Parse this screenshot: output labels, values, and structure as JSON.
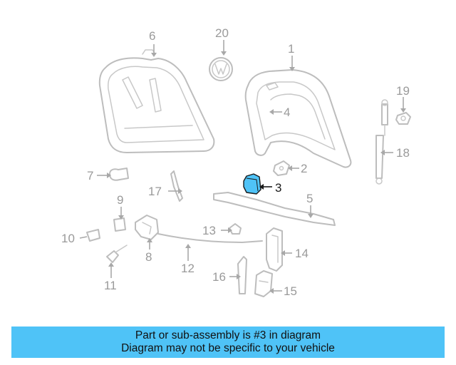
{
  "diagram": {
    "callouts": {
      "c1": "1",
      "c2": "2",
      "c3": "3",
      "c4": "4",
      "c5": "5",
      "c6": "6",
      "c7": "7",
      "c8": "8",
      "c9": "9",
      "c10": "10",
      "c11": "11",
      "c12": "12",
      "c13": "13",
      "c14": "14",
      "c15": "15",
      "c16": "16",
      "c17": "17",
      "c18": "18",
      "c19": "19",
      "c20": "20"
    },
    "highlighted_part": "3",
    "highlight_color": "#4fc3f7"
  },
  "info_bar": {
    "line1": "Part or sub-assembly is #3 in diagram",
    "line2": "Diagram may not be specific to your vehicle",
    "background": "#4fc3f7"
  }
}
